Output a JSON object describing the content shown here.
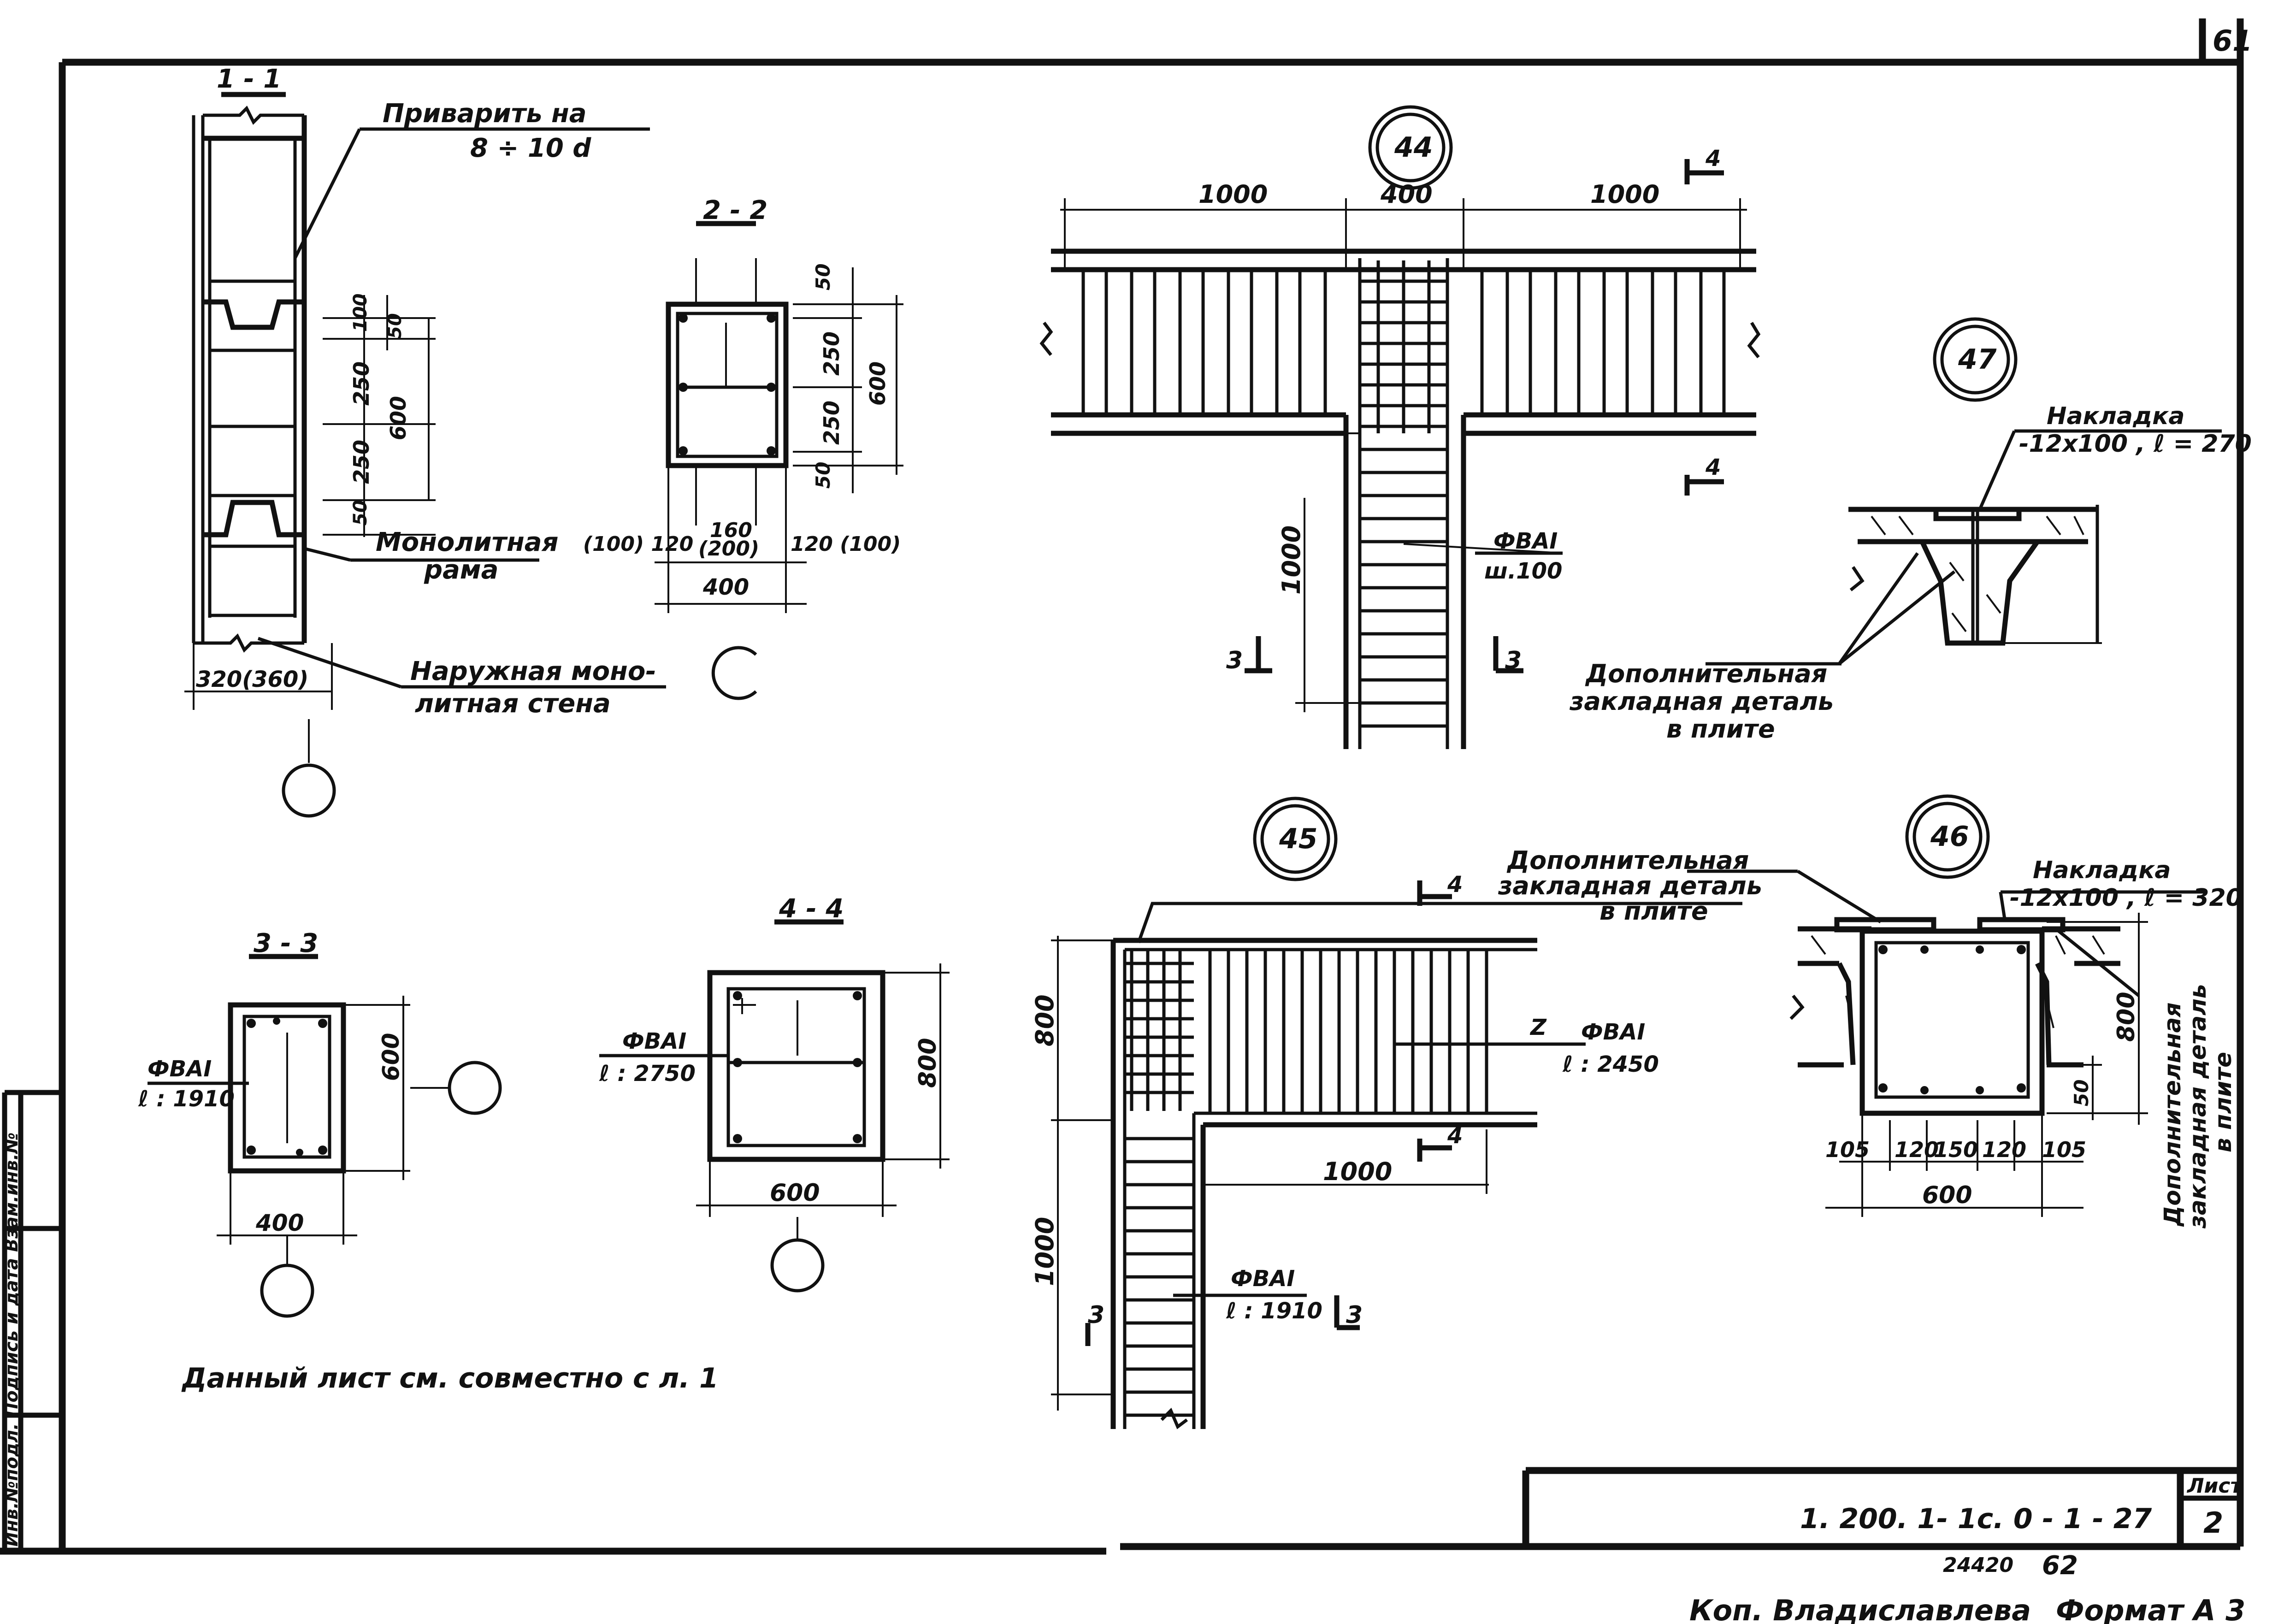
{
  "sheet": {
    "page_no": "61",
    "note": "Данный   лист   см.  совместно   с л. 1",
    "stamp_label": "Инв.№подл. Подпись и дата Взам.инв.№",
    "doc_code": "1. 200. 1- 1с.  0 - 1 - 27",
    "sheet_label": "Лист",
    "sheet_no": "2",
    "footer_num_1": "24420",
    "footer_num_2": "62",
    "copier": "Коп. Владиславлева",
    "format": "Формат  А 3"
  },
  "s11": {
    "title": "1 - 1",
    "weld_label_1": "Приварить  на",
    "weld_label_2": "8 ÷ 10 d",
    "frame_label_1": "Монолитная",
    "frame_label_2": "рама",
    "wall_label_1": "Наружная  моно-",
    "wall_label_2": "литная  стена",
    "width": "320(360)",
    "d100": "100",
    "d50a": "50",
    "d250a": "250",
    "d250b": "250",
    "d600": "600",
    "d50b": "50"
  },
  "s22": {
    "title": "2 - 2",
    "d50a": "50",
    "d250a": "250",
    "d250b": "250",
    "d50b": "50",
    "d600": "600",
    "left": "(100) 120",
    "mid1": "160",
    "mid2": "(200)",
    "right": "120 (100)",
    "total": "400"
  },
  "n44": {
    "node": "44",
    "d1000a": "1000",
    "d400": "400",
    "d1000b": "1000",
    "d1000v": "1000",
    "sec4": "4",
    "sec3": "3",
    "rebar": "ФВАI",
    "step": "ш.100"
  },
  "n47": {
    "node": "47",
    "plate_1": "Накладка",
    "plate_2": "-12х100 ,  ℓ = 270",
    "extra_1": "Дополнительная",
    "extra_2": "закладная  деталь",
    "extra_3": "в  плите"
  },
  "s33": {
    "title": "3 - 3",
    "rebar": "ФВАI",
    "len": "ℓ : 1910",
    "d600": "600",
    "d400": "400"
  },
  "s44": {
    "title": "4 - 4",
    "rebar": "ФВАI",
    "len": "ℓ : 2750",
    "d800": "800",
    "d600": "600"
  },
  "n45": {
    "node": "45",
    "extra_1": "Дополнительная",
    "extra_2": "закладная  деталь",
    "extra_3": "в  плите",
    "d800": "800",
    "d1000h": "1000",
    "d1000v": "1000",
    "rebar_a": "ФВАI",
    "len_a": "ℓ : 2450",
    "rebar_b": "ФВАI",
    "len_b": "ℓ : 1910",
    "sec4": "4",
    "sec3": "3",
    "z": "Z"
  },
  "n46": {
    "node": "46",
    "plate_1": "Накладка",
    "plate_2": "-12х100 ,  ℓ = 320",
    "extra_1": "Дополнительная",
    "extra_2": "закладная  деталь",
    "extra_3": "в  плите",
    "d800": "800",
    "d50": "50",
    "d105a": "105",
    "d120a": "120",
    "d150": "150",
    "d120b": "120",
    "d105b": "105",
    "d600": "600"
  }
}
